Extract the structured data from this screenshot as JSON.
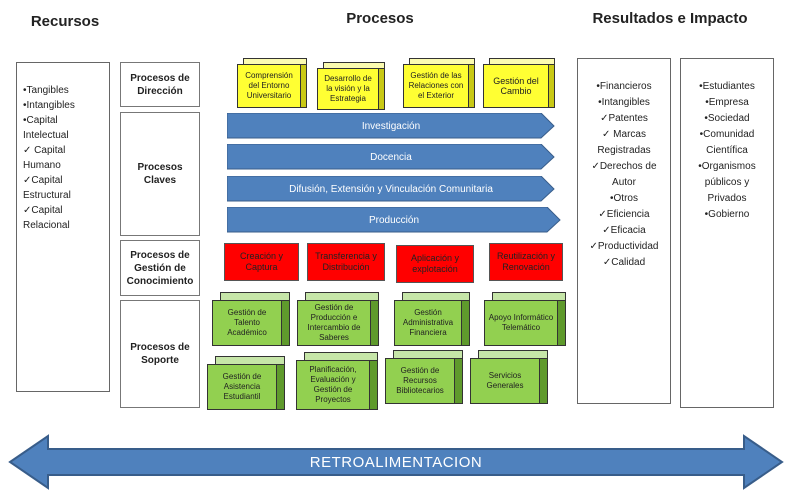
{
  "headers": {
    "resources": "Recursos",
    "processes": "Procesos",
    "results": "Resultados e Impacto"
  },
  "resources_list": [
    "•Tangibles",
    "•Intangibles",
    "•Capital Intelectual",
    "✓ Capital Humano",
    "✓Capital",
    "Estructural",
    "✓Capital",
    "Relacional"
  ],
  "row_labels": {
    "direccion": "Procesos de Dirección",
    "claves": "Procesos Claves",
    "gestion": "Procesos de Gestión de Conocimiento",
    "soporte": "Procesos de Soporte"
  },
  "direccion_boxes": [
    "Comprensión del Entorno Universitario",
    "Desarrollo de la visión y la Estrategia",
    "Gestión de las Relaciones con el Exterior",
    "Gestión del Cambio"
  ],
  "claves_arrows": [
    "Investigación",
    "Docencia",
    "Difusión, Extensión y Vinculación Comunitaria",
    "Producción"
  ],
  "gestion_boxes": [
    "Creación y Captura",
    "Transferencia y Distribución",
    "Aplicación y explotación",
    "Reutilización y Renovación"
  ],
  "soporte_row1": [
    "Gestión de Talento Académico",
    "Gestión de Producción e Intercambio de Saberes",
    "Gestión Administrativa Financiera",
    "Apoyo Informático Telemático"
  ],
  "soporte_row2": [
    "Gestión de Asistencia Estudiantil",
    "Planificación, Evaluación y Gestión de Proyectos",
    "Gestión de Recursos Bibliotecarios",
    "Servicios Generales"
  ],
  "results_list": [
    "•Financieros",
    "•Intangibles",
    "✓Patentes",
    "✓ Marcas",
    "Registradas",
    "✓Derechos de",
    "Autor",
    "•Otros",
    "✓Eficiencia",
    "✓Eficacia",
    "✓Productividad",
    "✓Calidad"
  ],
  "impact_list": [
    "•Estudiantes",
    "•Empresa",
    "•Sociedad",
    "•Comunidad",
    "Científica",
    "•Organismos",
    "públicos y",
    "Privados",
    "•Gobierno"
  ],
  "feedback": "RETROALIMENTACION",
  "colors": {
    "arrow_blue": "#4f81bd",
    "cube_yellow": "#ffff33",
    "cube_green": "#92d050",
    "gestion_red": "#ff0000"
  }
}
